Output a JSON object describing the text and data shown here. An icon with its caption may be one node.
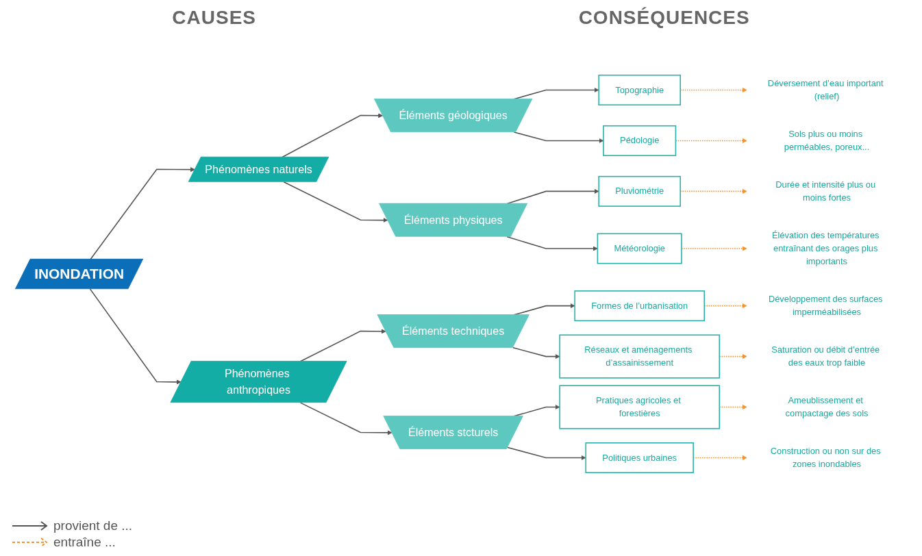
{
  "diagram": {
    "nodes": [
      {
        "text": [
          "INONDATION"
        ]
      },
      {
        "text": [
          "Phénomènes naturels"
        ]
      },
      {
        "text": [
          "Phénomènes anthropiques"
        ]
      },
      {
        "text": [
          "Éléments géologiques"
        ]
      },
      {
        "text": [
          "Éléments physiques"
        ]
      },
      {
        "text": [
          "Éléments techniques"
        ]
      },
      {
        "text": [
          "Éléments stcturels"
        ]
      },
      {
        "text": [
          "Topographie"
        ]
      },
      {
        "text": [
          "Pédologie"
        ]
      },
      {
        "text": [
          "Pluviométrie"
        ]
      },
      {
        "text": [
          "Météorologie"
        ]
      },
      {
        "text": [
          "Formes de l’urbanisation"
        ]
      },
      {
        "text": [
          "Réseaux et aménagements d’assainissement"
        ]
      },
      {
        "text": [
          "Pratiques agricoles et forestières"
        ]
      },
      {
        "text": [
          "Politiques urbaines"
        ]
      },
      {
        "text": [
          "Déversement d’eau important (relief)"
        ]
      },
      {
        "text": [
          "Sols plus ou moins perméables, poreux..."
        ]
      },
      {
        "text": [
          "Durée et intensité plus ou moins fortes"
        ]
      },
      {
        "text": [
          "Élévation des températures entraînant des orages plus importants"
        ]
      },
      {
        "text": [
          "Développement des surfaces imperméabilisées"
        ]
      },
      {
        "text": [
          "Saturation ou débit d’entrée des eaux trop faible"
        ]
      },
      {
        "text": [
          "Ameublissement et compactage des sols"
        ]
      },
      {
        "text": [
          "Construction ou non sur des zones inondables"
        ]
      }
    ],
    "edges": [
      {
        "from": 0,
        "to": 1,
        "arrow": "to"
      },
      {
        "from": 0,
        "to": 2,
        "arrow": "to"
      },
      {
        "from": 1,
        "to": 3,
        "arrow": "to"
      },
      {
        "from": 1,
        "to": 4,
        "arrow": "to"
      },
      {
        "from": 2,
        "to": 5,
        "arrow": "to"
      },
      {
        "from": 2,
        "to": 6,
        "arrow": "to"
      },
      {
        "from": 3,
        "to": 7,
        "arrow": "to"
      },
      {
        "from": 3,
        "to": 8,
        "arrow": "to"
      },
      {
        "from": 4,
        "to": 9,
        "arrow": "to"
      },
      {
        "from": 4,
        "to": 10,
        "arrow": "to"
      },
      {
        "from": 5,
        "to": 11,
        "arrow": "to"
      },
      {
        "from": 5,
        "to": 12,
        "arrow": "to"
      },
      {
        "from": 6,
        "to": 13,
        "arrow": "to"
      },
      {
        "from": 6,
        "to": 14,
        "arrow": "to"
      },
      {
        "from": 7,
        "to": 15,
        "arrow": "to",
        "style": "dashed",
        "color": "#f39433"
      },
      {
        "from": 8,
        "to": 16,
        "arrow": "to",
        "style": "dashed",
        "color": "#f39433"
      },
      {
        "from": 9,
        "to": 17,
        "arrow": "to",
        "style": "dashed",
        "color": "#f39433"
      },
      {
        "from": 10,
        "to": 18,
        "arrow": "to",
        "style": "dashed",
        "color": "#f39433"
      },
      {
        "from": 11,
        "to": 19,
        "arrow": "to",
        "style": "dashed",
        "color": "#f39433"
      },
      {
        "from": 12,
        "to": 20,
        "arrow": "to",
        "style": "dashed",
        "color": "#f39433"
      },
      {
        "from": 13,
        "to": 21,
        "arrow": "to",
        "style": "dashed",
        "color": "#f39433"
      },
      {
        "from": 14,
        "to": 22,
        "arrow": "to",
        "style": "dashed",
        "color": "#f39433"
      }
    ],
    "labels": [
      "CAUSES",
      "CONSÉQUENCES"
    ],
    "legend": [
      {
        "text": "provient de ..."
      },
      {
        "text": "entraîne ..."
      }
    ]
  }
}
